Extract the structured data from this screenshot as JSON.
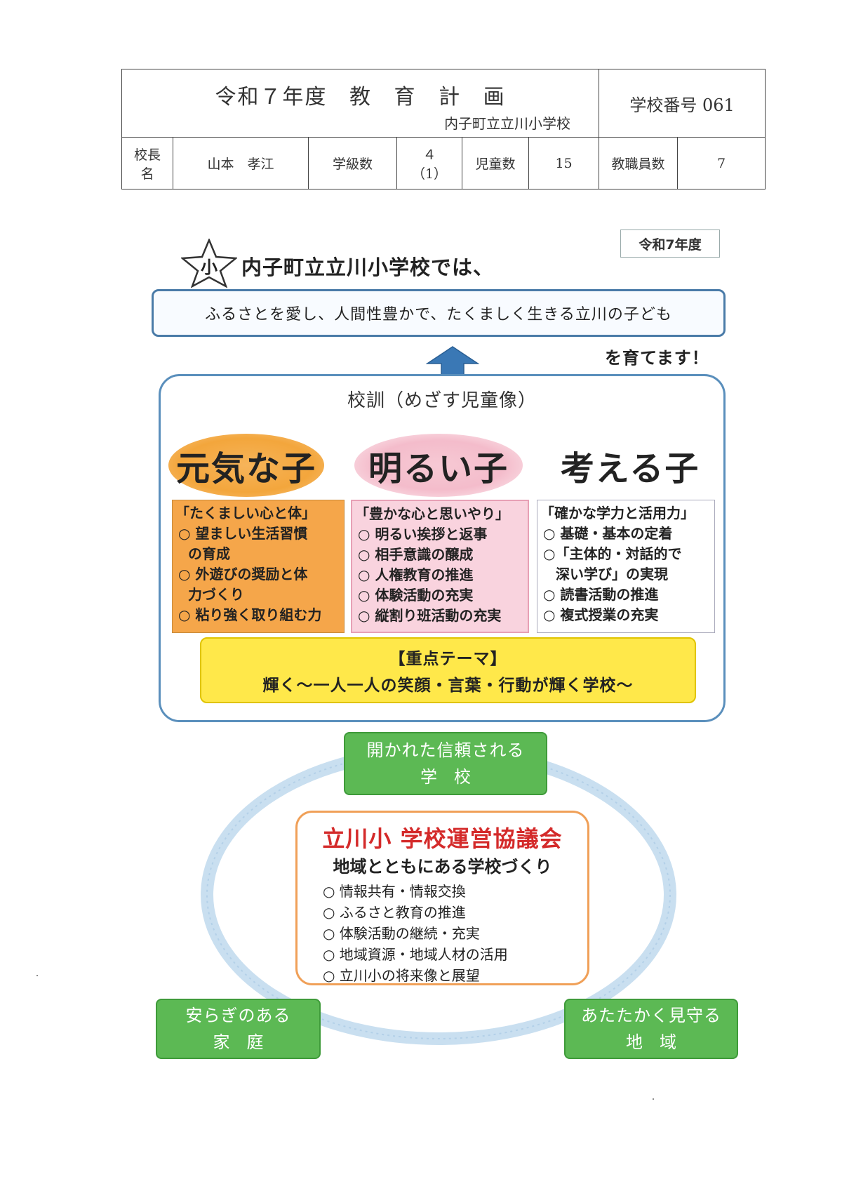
{
  "header": {
    "title_parts": [
      "令和７年度",
      "教",
      "育",
      "計",
      "画"
    ],
    "school_name": "内子町立立川小学校",
    "school_number": "学校番号 061",
    "principal_label_top": "校長",
    "principal_label_bottom": "名",
    "principal_name": "山本　孝江",
    "classes_label": "学級数",
    "classes_value_top": "４",
    "classes_value_bottom": "（1）",
    "students_label": "児童数",
    "students_value": "15",
    "staff_label": "教職員数",
    "staff_value": "7"
  },
  "banner": {
    "date_label": "令和7年度",
    "badge_char": "小",
    "intro": "内子町立立川小学校では、",
    "vision": "ふるさとを愛し、人間性豊かで、たくましく生きる立川の子ども",
    "vision_tail": "を育てます！"
  },
  "motto": {
    "title": "校訓（めざす児童像）",
    "ideals": [
      "元気な子",
      "明るい子",
      "考える子"
    ],
    "columns": [
      {
        "heading": "「たくましい心と体」",
        "lines": [
          "○ 望ましい生活習慣",
          "の育成",
          "○ 外遊びの奨励と体",
          "力づくり",
          "○  粘り強く取り組む力"
        ]
      },
      {
        "heading": "「豊かな心と思いやり」",
        "lines": [
          "○ 明るい挨拶と返事",
          "○ 相手意識の醸成",
          "○ 人権教育の推進",
          "○ 体験活動の充実",
          "○ 縦割り班活動の充実"
        ]
      },
      {
        "heading": "「確かな学力と活用力」",
        "lines": [
          "○ 基礎・基本の定着",
          "○「主体的・対話的で",
          "深い学び」の実現",
          "○ 読書活動の推進",
          "○ 複式授業の充実"
        ]
      }
    ],
    "focus_heading": "【重点テーマ】",
    "focus_body": "輝く～一人一人の笑顔・言葉・行動が輝く学校～"
  },
  "cycle": {
    "school_line1": "開かれた信頼される",
    "school_line2": "学校",
    "home_line1": "安らぎのある",
    "home_line2": "家庭",
    "community_line1": "あたたかく見守る",
    "community_line2": "地域",
    "council_title": "立川小 学校運営協議会",
    "council_subtitle": "地域とともにある学校づくり",
    "council_items": [
      "○  情報共有・情報交換",
      "○  ふるさと教育の推進",
      "○  体験活動の継続・充実",
      "○  地域資源・地域人材の活用",
      "○  立川小の将来像と展望"
    ]
  },
  "colors": {
    "frame_blue": "#5a8fbc",
    "orange": "#f5a64a",
    "pink": "#f9d3de",
    "yellow": "#ffe84a",
    "green": "#5cb954",
    "council_red": "#d42a2a",
    "ring_blue": "#c9dff0"
  }
}
